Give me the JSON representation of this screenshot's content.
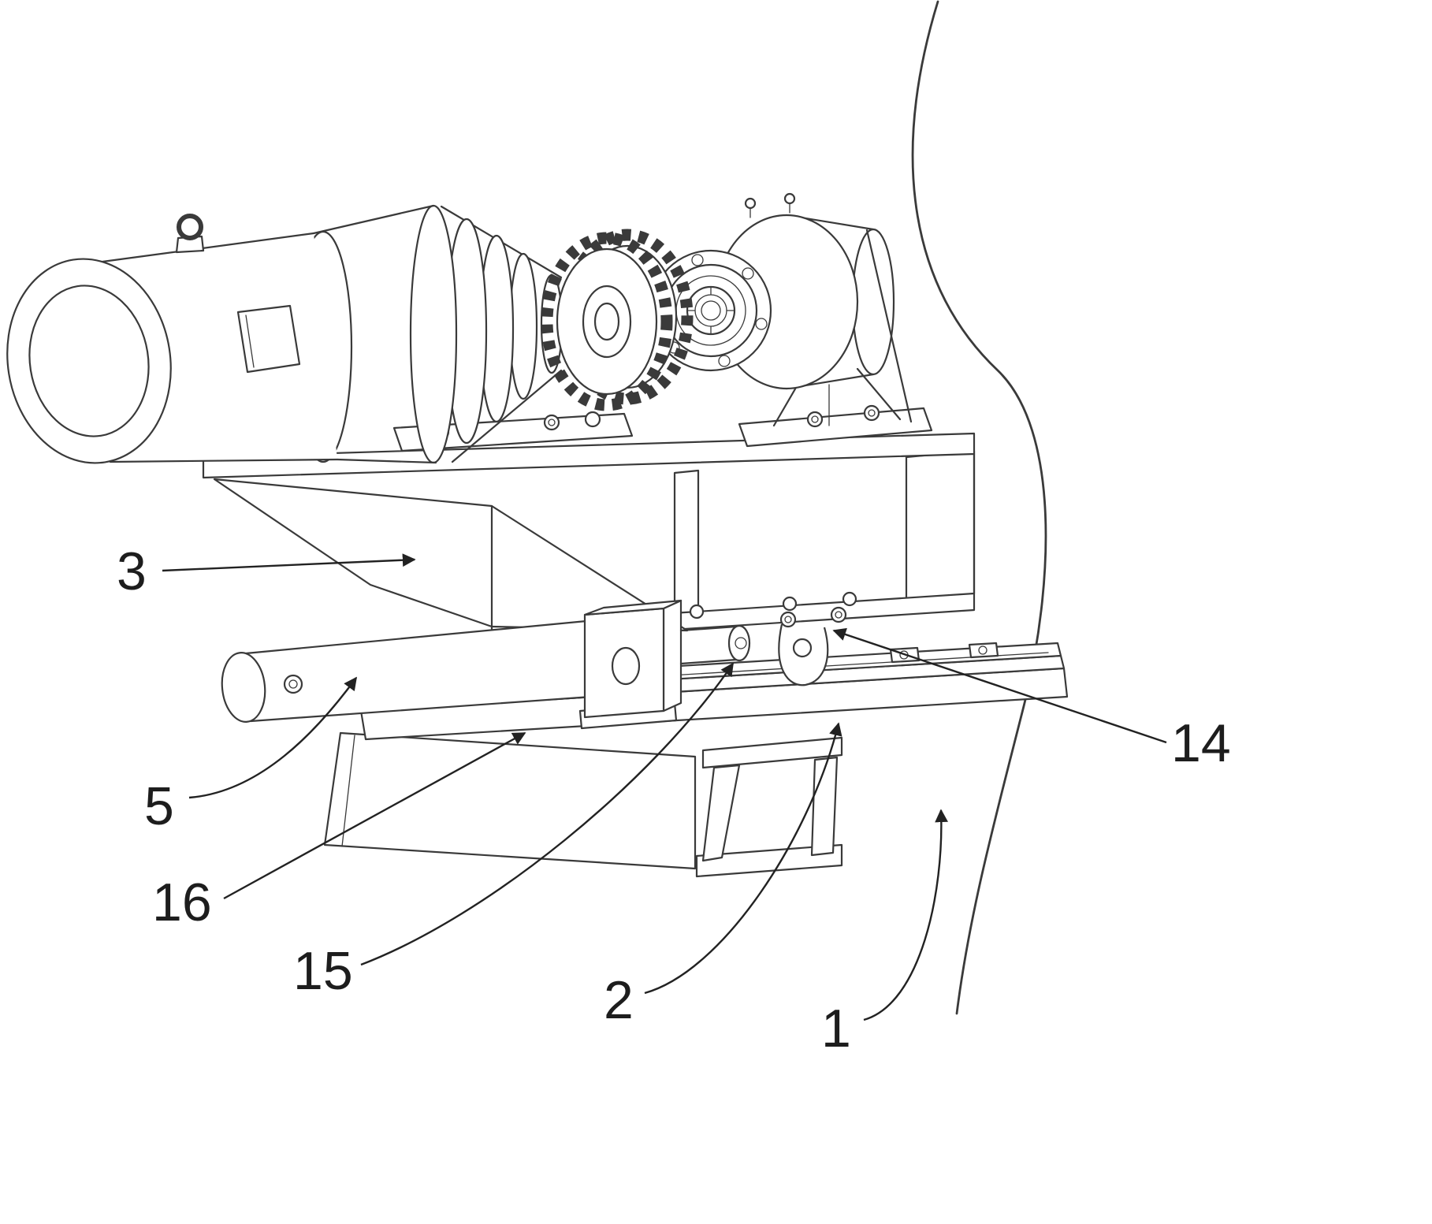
{
  "page": {
    "background": "#ffffff"
  },
  "figure": {
    "description": "Patent-style isometric line drawing of a motor and gearbox drive unit with sprocket, mounted on a wedge bracket over a sliding rail base with support pedestals",
    "line_color": "#3a3a3a",
    "label_color": "#1d1d1d",
    "labels": {
      "part1": "1",
      "part2": "2",
      "part3": "3",
      "part5": "5",
      "part14": "14",
      "part15": "15",
      "part16": "16"
    }
  }
}
